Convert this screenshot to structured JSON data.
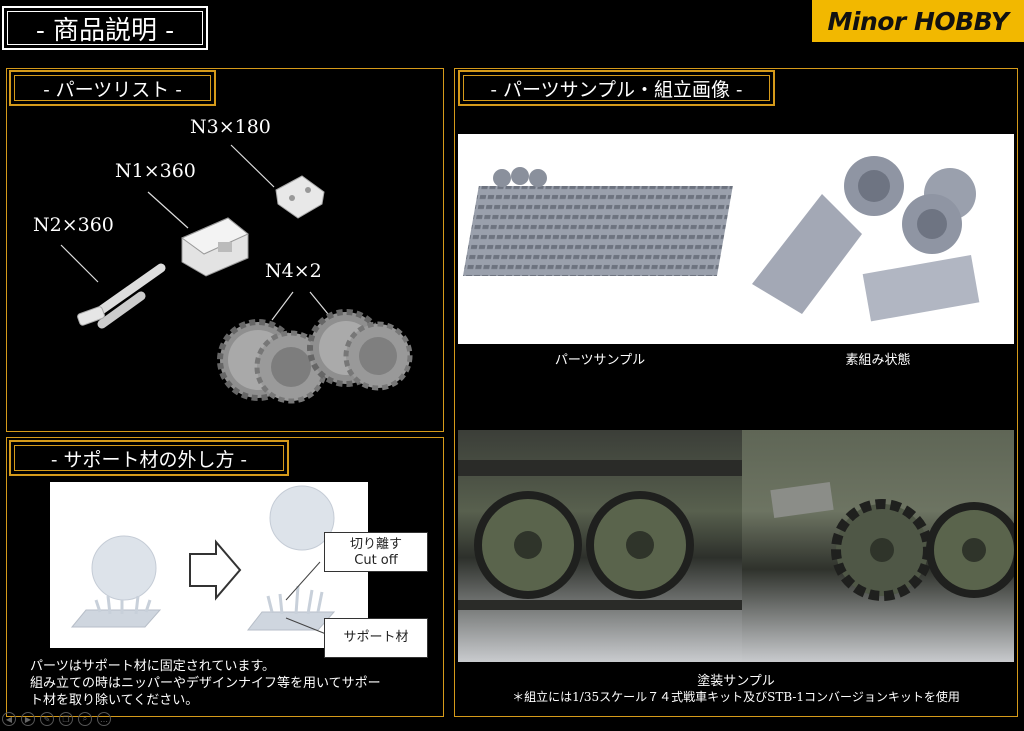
{
  "header": {
    "title": "- 商品説明 -",
    "brand": "Minor HOBBY",
    "brand_color": "#f2b800"
  },
  "parts_list": {
    "title": "- パーツリスト -",
    "labels": [
      "N3×180",
      "N1×360",
      "N2×360",
      "N4×2"
    ]
  },
  "support": {
    "title": "- サポート材の外し方 -",
    "callout_cut": "切り離す",
    "callout_cut_en": "Cut off",
    "callout_support": "サポート材",
    "description_lines": [
      "パーツはサポート材に固定されています。",
      "組み立ての時はニッパーやデザインナイフ等を用いてサポー",
      "ト材を取り除いてください。"
    ]
  },
  "samples": {
    "title": "- パーツサンプル・組立画像 -",
    "caption_parts": "パーツサンプル",
    "caption_assembled": "素組み状態",
    "caption_painted": "塗装サンプル",
    "note": "＊組立には1/35スケール７４式戦車キット及びSTB-1コンバージョンキットを使用"
  },
  "accent_color": "#d59a1a",
  "viewer_toolbar": {
    "icons": [
      "prev-icon",
      "play-icon",
      "edit-icon",
      "copy-icon",
      "zoom-icon",
      "more-icon"
    ]
  }
}
